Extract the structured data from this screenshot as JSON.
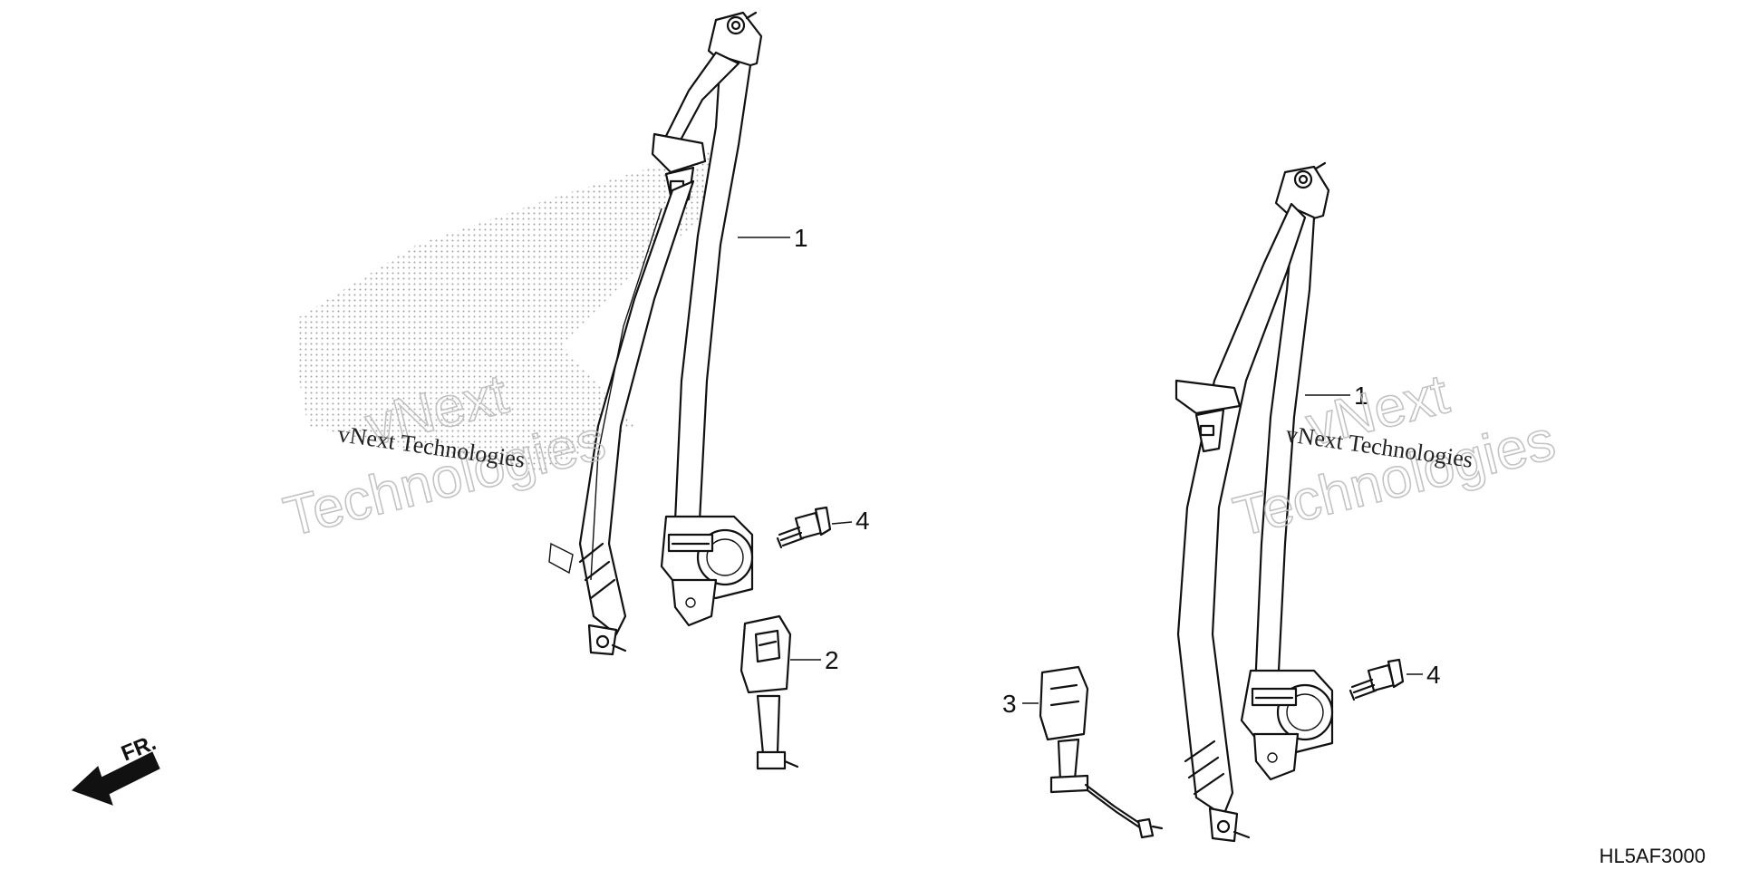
{
  "diagram": {
    "code": "HL5AF3000",
    "direction": "FR.",
    "callouts": [
      "1",
      "4",
      "2",
      "1",
      "4",
      "3"
    ],
    "watermarks": [
      {
        "big_1": "vNext",
        "big_2": "Technologies",
        "small": "vNext Technologies"
      },
      {
        "big_1": "vNext",
        "big_2": "Technologies",
        "small": "vNext Technologies"
      }
    ]
  }
}
